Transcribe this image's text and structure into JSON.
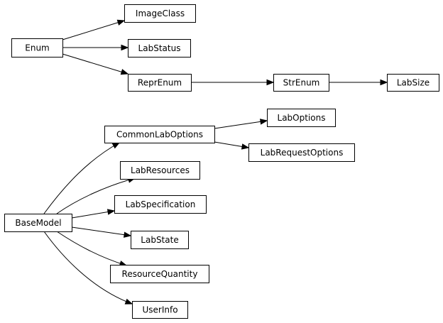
{
  "diagram": {
    "nodes": [
      {
        "id": "Enum",
        "label": "Enum"
      },
      {
        "id": "ImageClass",
        "label": "ImageClass"
      },
      {
        "id": "LabStatus",
        "label": "LabStatus"
      },
      {
        "id": "ReprEnum",
        "label": "ReprEnum"
      },
      {
        "id": "StrEnum",
        "label": "StrEnum"
      },
      {
        "id": "LabSize",
        "label": "LabSize"
      },
      {
        "id": "CommonLabOptions",
        "label": "CommonLabOptions"
      },
      {
        "id": "LabOptions",
        "label": "LabOptions"
      },
      {
        "id": "LabRequestOptions",
        "label": "LabRequestOptions"
      },
      {
        "id": "BaseModel",
        "label": "BaseModel"
      },
      {
        "id": "LabResources",
        "label": "LabResources"
      },
      {
        "id": "LabSpecification",
        "label": "LabSpecification"
      },
      {
        "id": "LabState",
        "label": "LabState"
      },
      {
        "id": "ResourceQuantity",
        "label": "ResourceQuantity"
      },
      {
        "id": "UserInfo",
        "label": "UserInfo"
      }
    ],
    "edges": [
      {
        "from": "Enum",
        "to": "ImageClass"
      },
      {
        "from": "Enum",
        "to": "LabStatus"
      },
      {
        "from": "Enum",
        "to": "ReprEnum"
      },
      {
        "from": "ReprEnum",
        "to": "StrEnum"
      },
      {
        "from": "StrEnum",
        "to": "LabSize"
      },
      {
        "from": "CommonLabOptions",
        "to": "LabOptions"
      },
      {
        "from": "CommonLabOptions",
        "to": "LabRequestOptions"
      },
      {
        "from": "BaseModel",
        "to": "CommonLabOptions"
      },
      {
        "from": "BaseModel",
        "to": "LabResources"
      },
      {
        "from": "BaseModel",
        "to": "LabSpecification"
      },
      {
        "from": "BaseModel",
        "to": "LabState"
      },
      {
        "from": "BaseModel",
        "to": "ResourceQuantity"
      },
      {
        "from": "BaseModel",
        "to": "UserInfo"
      }
    ]
  }
}
